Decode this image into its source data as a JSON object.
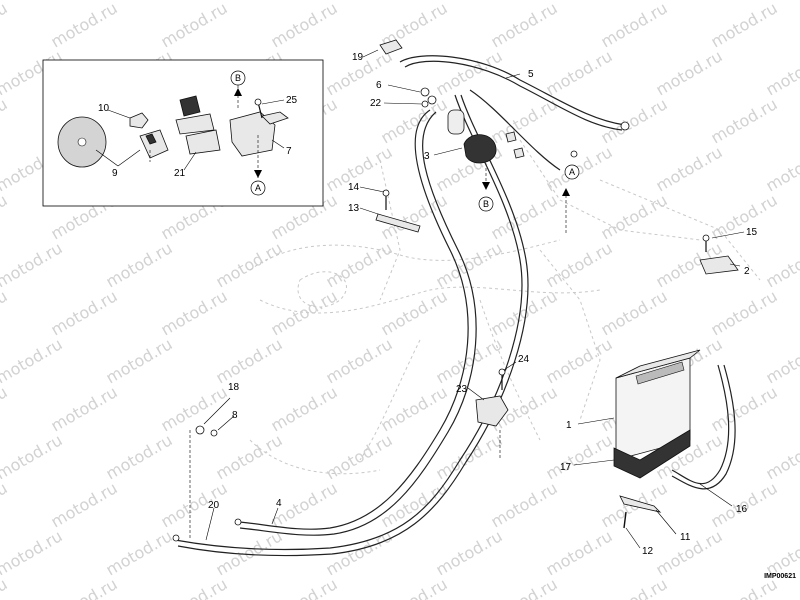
{
  "reference_code": "IMP00621",
  "watermark": "motod.ru",
  "connector_markers": [
    "A",
    "B"
  ],
  "part_numbers": [
    "1",
    "2",
    "3",
    "4",
    "5",
    "6",
    "7",
    "8",
    "9",
    "10",
    "11",
    "12",
    "13",
    "14",
    "15",
    "16",
    "17",
    "18",
    "19",
    "20",
    "21",
    "22",
    "23",
    "24",
    "25"
  ],
  "colors": {
    "line": "#222222",
    "watermark": "#d2d2d2",
    "ghost": "#c8c8c8",
    "background": "#ffffff"
  }
}
